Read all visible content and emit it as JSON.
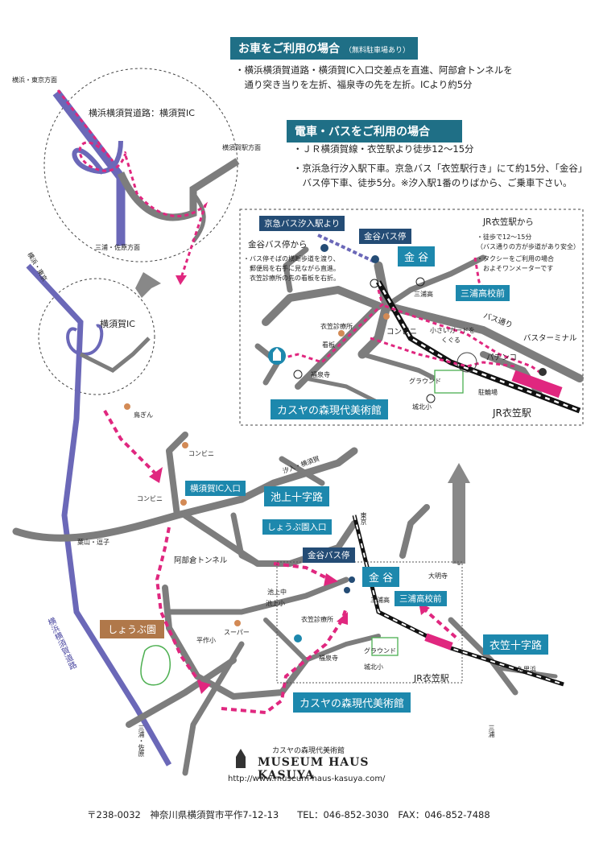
{
  "car": {
    "title": "お車をご利用の場合",
    "sub": "（無料駐車場あり）",
    "line1": "・横浜横須賀道路・横須賀IC入口交差点を直進、阿部倉トンネルを",
    "line2": "　通り突き当りを左折、福泉寺の先を左折。ICより約5分"
  },
  "train": {
    "title": "電車・バスをご利用の場合",
    "line1": "・ＪＲ横須賀線・衣笠駅より徒歩12〜15分",
    "line2": "・京浜急行汐入駅下車。京急バス「衣笠駅行き」にて約15分、「金谷」",
    "line3": "　バス停下車、徒歩5分。※汐入駅1番のりばから、ご乗車下さい。"
  },
  "inset_ic": {
    "top_left": "横浜・東京方面",
    "title": "横浜横須賀道路：横須賀IC",
    "right": "横須賀駅方面",
    "bottom": "三浦・佐原方面"
  },
  "detail": {
    "keikyu": "京急バス汐入駅より",
    "kanaya_stop": "金谷バス停",
    "kanaya": "金 谷",
    "from_stop": "金谷バス停から",
    "stop_note1": "・バス停そばの横断歩道を渡り、",
    "stop_note2": "　郵便局を右手に見ながら直進。",
    "stop_note3": "　衣笠診療所の先の看板を右折。",
    "jr_from": "JR衣笠駅から",
    "jr_note1": "・徒歩で12〜15分",
    "jr_note2": "（バス通りの方が歩道があり安全）",
    "jr_note3": "・タクシーをご利用の場合",
    "jr_note4": "　およそワンメーターです",
    "miura_hs": "三浦高校前",
    "miura_short": "三浦高",
    "bus_road": "バス通り",
    "bus_terminal": "バスターミナル",
    "conveni": "コンビニ",
    "clinic": "衣笠診療所",
    "sign": "看板",
    "fukusenji": "福泉寺",
    "guard1": "小さいガードを",
    "guard2": "くぐる",
    "pachinko": "パチンコ",
    "ground": "グラウンド",
    "parking": "駐輪場",
    "jououshi": "城北小",
    "museum": "カスヤの森現代美術館",
    "station": "JR衣笠駅"
  },
  "main": {
    "ic_label": "横須賀IC",
    "torizen": "鳥ぎん",
    "conveni": "コンビニ",
    "ic_entrance": "横須賀IC入口",
    "ikegami": "池上十字路",
    "shioiri": "汐入・横須賀",
    "hayama": "葉山・逗子",
    "shobuen_ent": "しょうぶ園入口",
    "tunnel": "阿部倉トンネル",
    "tokyo": "東京",
    "kanaya_stop": "金谷バス停",
    "kanaya": "金 谷",
    "daimyoji": "大明寺",
    "miura_short": "三浦高",
    "miura_hs": "三浦高校前",
    "shobuen": "しょうぶ園",
    "heisaku": "平作小",
    "super": "スーパー",
    "ikegami_jhs": "池上中",
    "ikegami_es": "池上小",
    "clinic": "衣笠診療所",
    "fukusenji": "福泉寺",
    "ground": "グラウンド",
    "jououshi": "城北小",
    "station": "JR衣笠駅",
    "kinugasa": "衣笠十字路",
    "kurihama": "久里浜",
    "miura": "三浦",
    "miura_sahara": "三浦・佐原",
    "yokohama_tokyo": "横浜・東京",
    "expressway": "横浜横須賀道路",
    "museum": "カスヤの森現代美術館"
  },
  "logo": {
    "jp": "カスヤの森現代美術館",
    "en": "MUSEUM HAUS KASUYA",
    "url": "http://www.museum-haus-kasuya.com/"
  },
  "footer": {
    "address": "〒238-0032　神奈川県横須賀市平作7-12-13　　TEL：046-852-3030　FAX：046-852-7488"
  },
  "colors": {
    "road": "#7d7d7d",
    "expressway": "#6b68b8",
    "route": "#e0277f",
    "label_bg": "#1d88ad",
    "title_bg": "#1f6f86",
    "shobuen_bg": "#b0784a",
    "rail": "#111111"
  }
}
